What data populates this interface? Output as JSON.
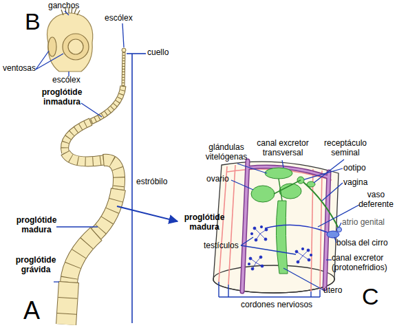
{
  "diagram": {
    "labels": [
      "B",
      "ganchos",
      "escólex",
      "ventosas",
      "escólex",
      "cuello",
      "proglótide inmadura",
      "estróbilo",
      "glándulas vitelógenas",
      "canal excretor transversal",
      "receptáculo seminal",
      "ovario",
      "ootipo",
      "vagina",
      "vaso deferente",
      "proglótide madura",
      "proglótide madura",
      "atrio genital",
      "bolsa del cirro",
      "testículos",
      "canal excretor (protonefridios)",
      "proglótide grávida",
      "útero",
      "cordones nerviosos",
      "A",
      "C"
    ]
  }
}
